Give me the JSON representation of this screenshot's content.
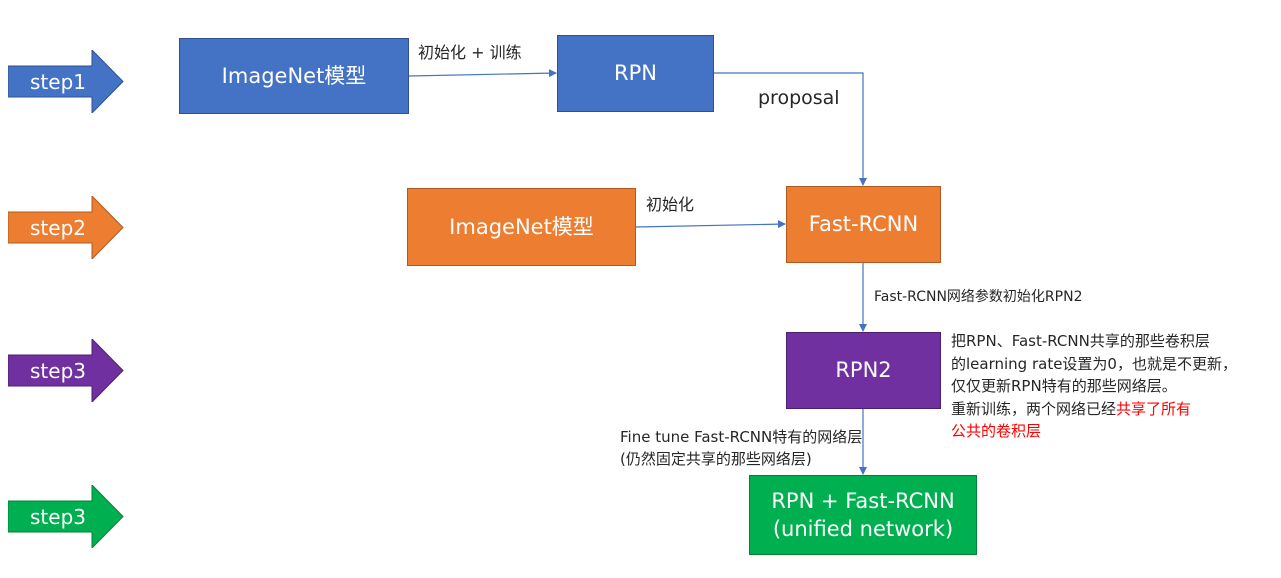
{
  "steps": [
    {
      "label": "step1",
      "color": "#4472c4"
    },
    {
      "label": "step2",
      "color": "#ed7d31"
    },
    {
      "label": "step3",
      "color": "#7030a0"
    },
    {
      "label": "step3",
      "color": "#00b050"
    }
  ],
  "nodes": {
    "imagenet_1": "ImageNet模型",
    "rpn": "RPN",
    "imagenet_2": "ImageNet模型",
    "fast_rcnn": "Fast-RCNN",
    "rpn2": "RPN2",
    "unified_line1": "RPN + Fast-RCNN",
    "unified_line2": "(unified network)"
  },
  "edge_labels": {
    "init_train": "初始化 + 训练",
    "proposal": "proposal",
    "init": "初始化",
    "fast_to_rpn2": "Fast-RCNN网络参数初始化RPN2",
    "fine_tune_line1": "Fine tune Fast-RCNN特有的网络层",
    "fine_tune_line2": "(仍然固定共享的那些网络层)"
  },
  "note": {
    "line1": "把RPN、Fast-RCNN共享的那些卷积层",
    "line2": "的learning rate设置为0，也就是不更新，",
    "line3": "仅仅更新RPN特有的那些网络层。",
    "line4_prefix": "重新训练，两个网络已经",
    "line4_highlight": "共享了所有",
    "line5_highlight": "公共的卷积层"
  },
  "colors": {
    "blue": "#4472c4",
    "orange": "#ed7d31",
    "purple": "#7030a0",
    "green": "#00b050",
    "connector": "#4472c4",
    "highlight": "#ff0000"
  }
}
